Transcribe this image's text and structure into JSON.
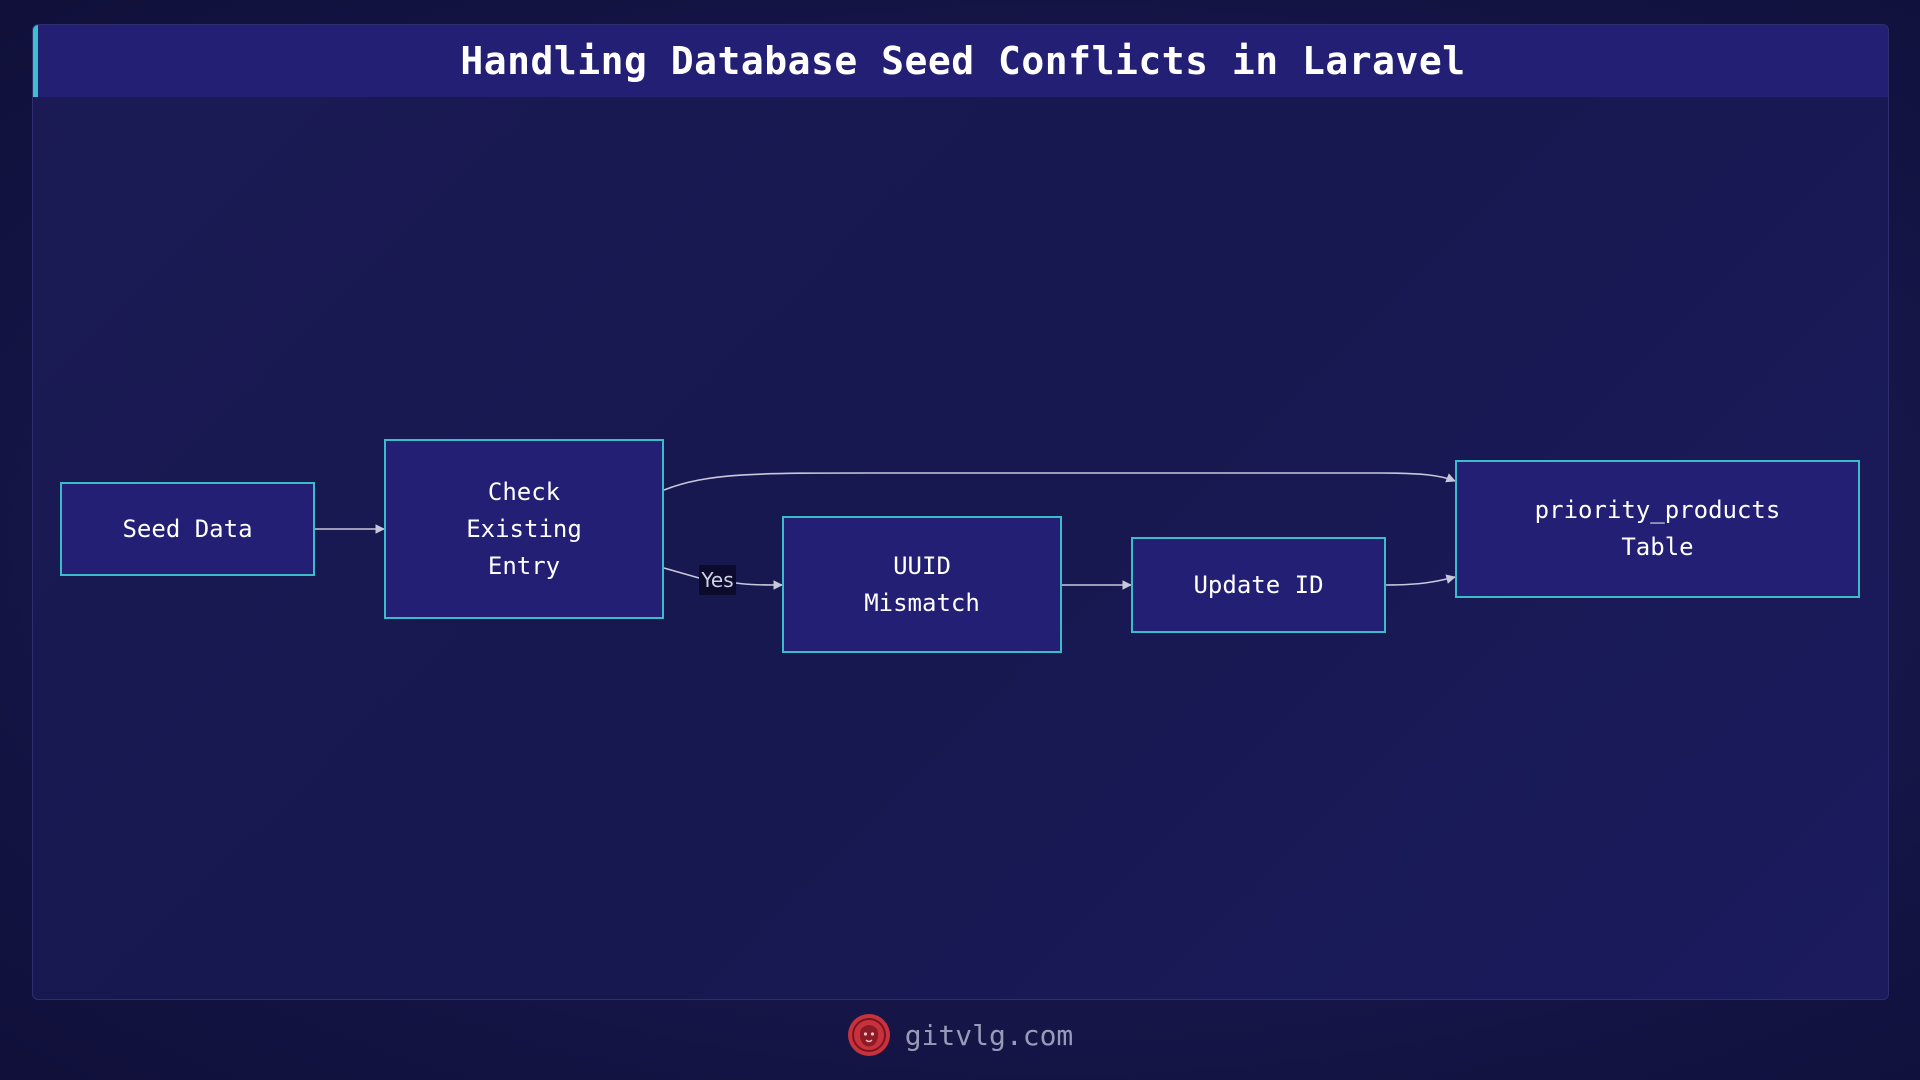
{
  "title": "Handling Database Seed Conflicts in Laravel",
  "colors": {
    "background": "#16164a",
    "node_fill": "#221f74",
    "node_border": "#3bbcc8",
    "edge": "#c8c8dc",
    "logo": "#c8323c"
  },
  "nodes": {
    "seed_data": "Seed Data",
    "check_existing": "Check\nExisting\nEntry",
    "uuid_mismatch": "UUID\nMismatch",
    "update_id": "Update ID",
    "priority_products": "priority_products\nTable"
  },
  "edges": [
    {
      "from": "seed_data",
      "to": "check_existing",
      "label": ""
    },
    {
      "from": "check_existing",
      "to": "priority_products",
      "label": ""
    },
    {
      "from": "check_existing",
      "to": "uuid_mismatch",
      "label": "Yes"
    },
    {
      "from": "uuid_mismatch",
      "to": "update_id",
      "label": ""
    },
    {
      "from": "update_id",
      "to": "priority_products",
      "label": ""
    }
  ],
  "edge_labels": {
    "yes": "Yes"
  },
  "footer": {
    "brand": "gitvlg.com",
    "logo_icon": "lion-logo-icon"
  }
}
